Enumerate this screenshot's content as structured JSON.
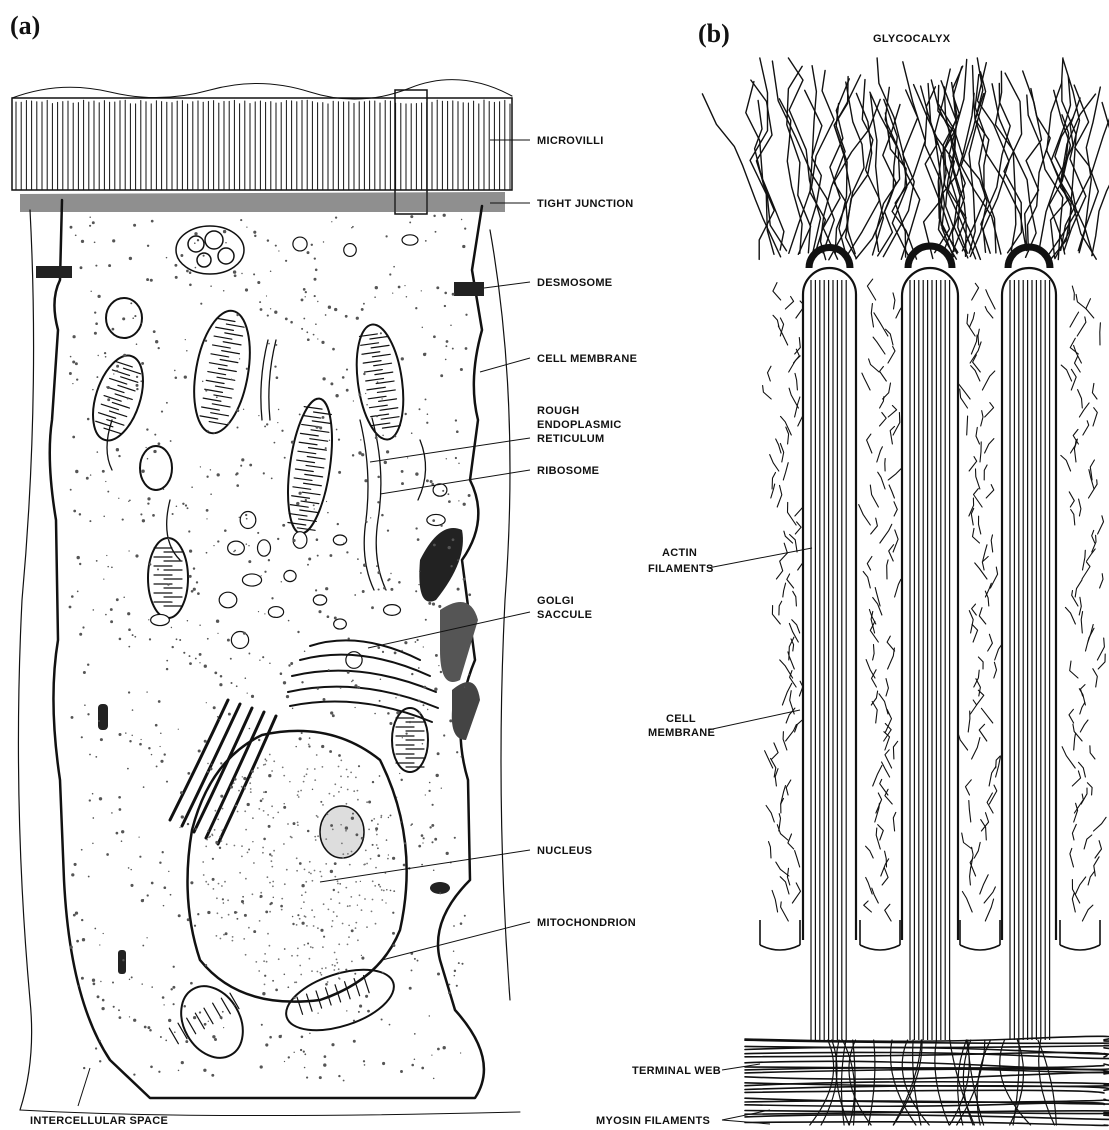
{
  "panel_a": {
    "letter": "(a)",
    "labels": {
      "microvilli": "MICROVILLI",
      "tight_junction": "TIGHT JUNCTION",
      "desmosome": "DESMOSOME",
      "cell_membrane": "CELL MEMBRANE",
      "rough_er_1": "ROUGH",
      "rough_er_2": "ENDOPLASMIC",
      "rough_er_3": "RETICULUM",
      "ribosome": "RIBOSOME",
      "golgi_1": "GOLGI",
      "golgi_2": "SACCULE",
      "nucleus": "NUCLEUS",
      "mitochondrion": "MITOCHONDRION",
      "intercellular_space": "INTERCELLULAR SPACE"
    }
  },
  "panel_b": {
    "letter": "(b)",
    "labels": {
      "glycocalyx": "GLYCOCALYX",
      "actin_1": "ACTIN",
      "actin_2": "FILAMENTS",
      "membrane_1": "CELL",
      "membrane_2": "MEMBRANE",
      "terminal_web": "TERMINAL WEB",
      "myosin": "MYOSIN FILAMENTS"
    }
  }
}
